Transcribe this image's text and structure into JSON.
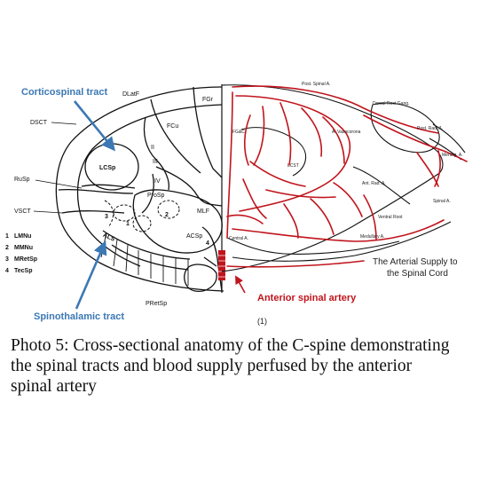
{
  "tracts": {
    "corticospinal": "Corticospinal tract",
    "spinothalamic": "Spinothalamic tract"
  },
  "artery": {
    "anterior_spinal": "Anterior spinal artery"
  },
  "arterial_supply": {
    "line1": "The Arterial Supply to",
    "line2": "the Spinal Cord"
  },
  "figure_number": "(1)",
  "left_labels": {
    "dlatf": "DLatF",
    "fgr": "FGr",
    "dsct": "DSCT",
    "fcu": "FCu",
    "lcsp": "LCSp",
    "ii": "II",
    "iii": "III",
    "iv": "IV",
    "rusp": "RuSp",
    "prosp": "ProSp",
    "vsct": "VSCT",
    "mlf": "MLF",
    "n3": "3",
    "n2": "2",
    "n1": "1",
    "n4": "4",
    "als": "ALS",
    "acsp": "ACSp",
    "pretsp": "PRetSp"
  },
  "legend": [
    {
      "num": "1",
      "name": "LMNu"
    },
    {
      "num": "2",
      "name": "MMNu"
    },
    {
      "num": "3",
      "name": "MRetSp"
    },
    {
      "num": "4",
      "name": "TecSp"
    }
  ],
  "right_labels": {
    "post_spinal": "Post. Spinal A.",
    "dorsal_root_gang": "Dorsal Root Gang.",
    "post_rad": "Post. Rad. A.",
    "fgfc": "FG&C",
    "vasocorona": "A. Vasocorona",
    "mening": "Mening. A.",
    "lcst": "LCST",
    "ant_rad": "Ant. Rad. A.",
    "spinal_a": "Spinal A.",
    "central_a": "Central A.",
    "ventral_root": "Ventral Root",
    "medullary": "Medullary A."
  },
  "caption": {
    "line1": "Photo 5: Cross-sectional anatomy of the C-spine demonstrating",
    "line2": "the spinal tracts and blood supply perfused by the anterior",
    "line3": "spinal artery"
  },
  "colors": {
    "blue": "#3b78b5",
    "red": "#c0141c",
    "ink": "#111111"
  }
}
